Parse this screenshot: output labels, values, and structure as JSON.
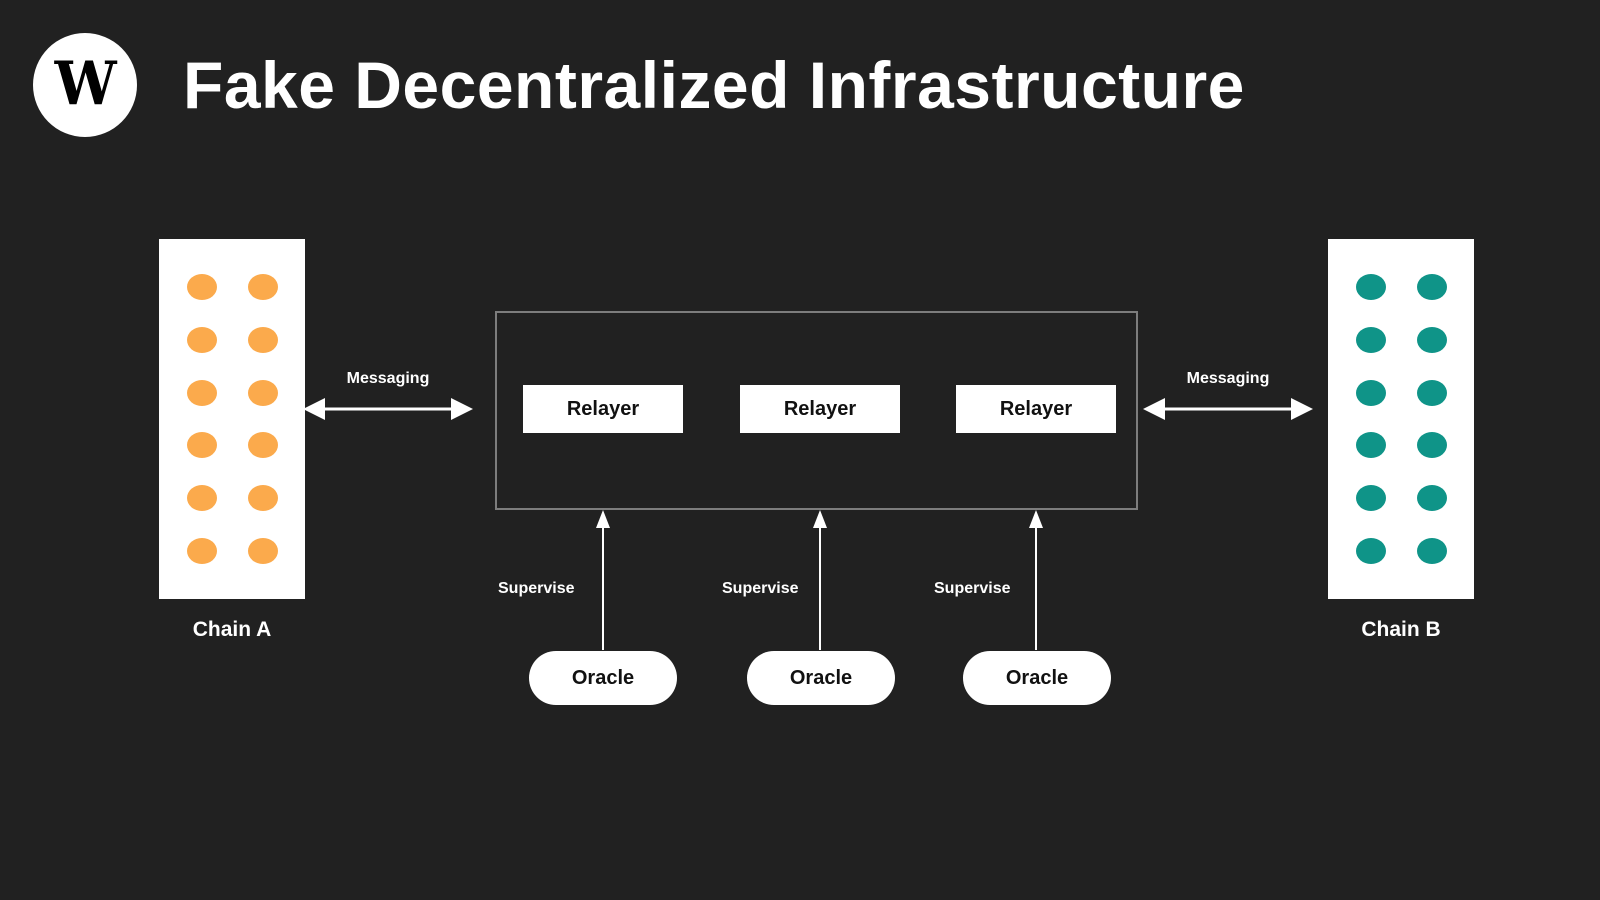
{
  "header": {
    "logo_letter": "W",
    "logo_name": "brand-logo",
    "title": "Fake Decentralized Infrastructure"
  },
  "colors": {
    "background": "#212121",
    "panel": "#ffffff",
    "chain_a_node": "#fbaa4c",
    "chain_b_node": "#0f9488",
    "border": "#7d7d7d",
    "text_light": "#ffffff",
    "text_dark": "#111111"
  },
  "diagram": {
    "chain_a": {
      "label": "Chain A",
      "node_rows": 6,
      "node_columns": 2,
      "node_count": 12
    },
    "chain_b": {
      "label": "Chain B",
      "node_rows": 6,
      "node_columns": 2,
      "node_count": 12
    },
    "messaging_left": {
      "label": "Messaging",
      "direction": "bidirectional"
    },
    "messaging_right": {
      "label": "Messaging",
      "direction": "bidirectional"
    },
    "relayers": [
      {
        "label": "Relayer"
      },
      {
        "label": "Relayer"
      },
      {
        "label": "Relayer"
      }
    ],
    "supervise_links": [
      {
        "label": "Supervise",
        "direction": "up"
      },
      {
        "label": "Supervise",
        "direction": "up"
      },
      {
        "label": "Supervise",
        "direction": "up"
      }
    ],
    "oracles": [
      {
        "label": "Oracle"
      },
      {
        "label": "Oracle"
      },
      {
        "label": "Oracle"
      }
    ]
  }
}
